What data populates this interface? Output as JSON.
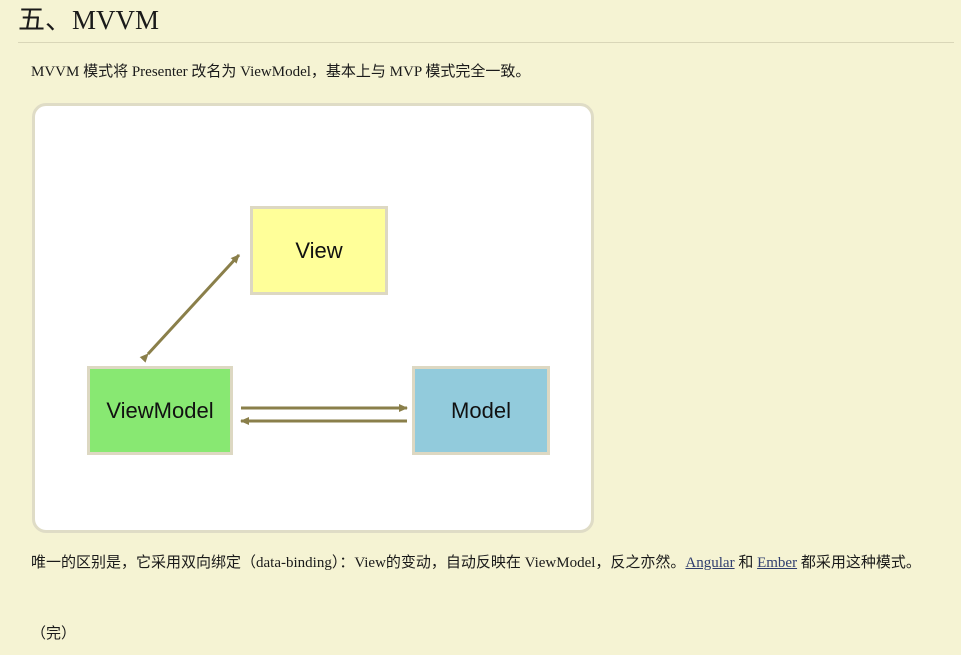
{
  "heading": "五、MVVM",
  "intro": "MVVM 模式将 Presenter 改名为 ViewModel，基本上与 MVP 模式完全一致。",
  "diagram": {
    "view_label": "View",
    "viewmodel_label": "ViewModel",
    "model_label": "Model",
    "colors": {
      "view": "#ffff99",
      "viewmodel": "#88e872",
      "model": "#92cbdc",
      "arrow": "#8a7f4a"
    }
  },
  "body": {
    "text_before": "唯一的区别是，它采用双向绑定（data-binding）：View的变动，自动反映在 ViewModel，反之亦然。",
    "link_angular": "Angular",
    "text_and": " 和 ",
    "link_ember": "Ember",
    "text_after": " 都采用这种模式。"
  },
  "end_mark": "（完）"
}
